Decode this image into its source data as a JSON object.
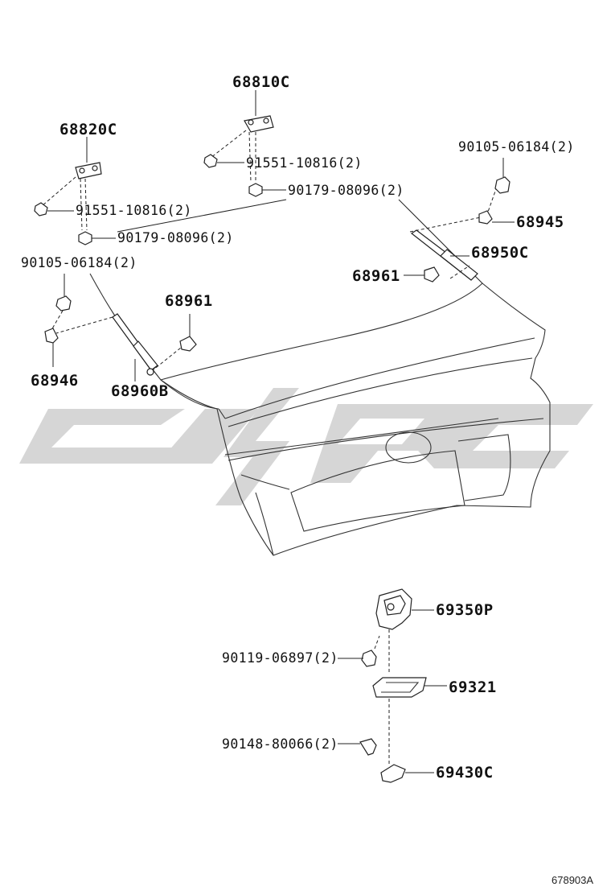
{
  "watermark": {
    "color": "#d4d4d4"
  },
  "callouts": {
    "c68810C": "68810C",
    "c68820C": "68820C",
    "c91551_r": "91551-10816(2)",
    "c90179_r": "90179-08096(2)",
    "c91551_l": "91551-10816(2)",
    "c90179_l": "90179-08096(2)",
    "c90105_l": "90105-06184(2)",
    "c90105_r": "90105-06184(2)",
    "c68945": "68945",
    "c68950C": "68950C",
    "c68961_r": "68961",
    "c68961_l": "68961",
    "c68946": "68946",
    "c68960B": "68960B",
    "c69350P": "69350P",
    "c90119": "90119-06897(2)",
    "c69321": "69321",
    "c90148": "90148-80066(2)",
    "c69430C": "69430C"
  },
  "reference_code": "678903A"
}
